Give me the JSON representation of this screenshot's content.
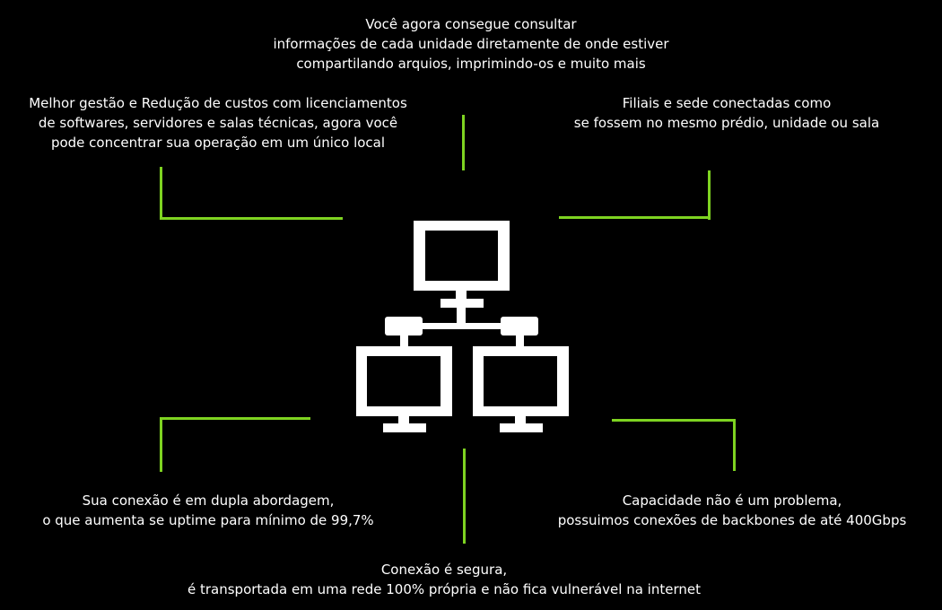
{
  "colors": {
    "background": "#000000",
    "accent": "#7ed321",
    "text": "#ffffff",
    "icon": "#ffffff"
  },
  "center_icon": "network-computers-icon",
  "top": {
    "lines": [
      "Você agora consegue consultar",
      "informações de cada unidade diretamente de onde estiver",
      "compartilando arquios, imprimindo-os e muito mais"
    ]
  },
  "top_left": {
    "lines": [
      "Melhor gestão e Redução de custos com licenciamentos",
      "de softwares, servidores e salas técnicas, agora você",
      "pode concentrar sua operação em um único local"
    ]
  },
  "top_right": {
    "lines": [
      "Filiais e sede conectadas como",
      "se fossem no mesmo prédio, unidade ou sala"
    ]
  },
  "bottom_left": {
    "lines": [
      "Sua conexão é em dupla abordagem,",
      "o que aumenta se uptime para mínimo de 99,7%"
    ]
  },
  "bottom_right": {
    "lines": [
      "Capacidade não é um problema,",
      "possuimos conexões de backbones de até 400Gbps"
    ]
  },
  "bottom": {
    "lines": [
      "Conexão é segura,",
      "é transportada em uma rede 100% própria e não fica vulnerável na internet"
    ]
  }
}
